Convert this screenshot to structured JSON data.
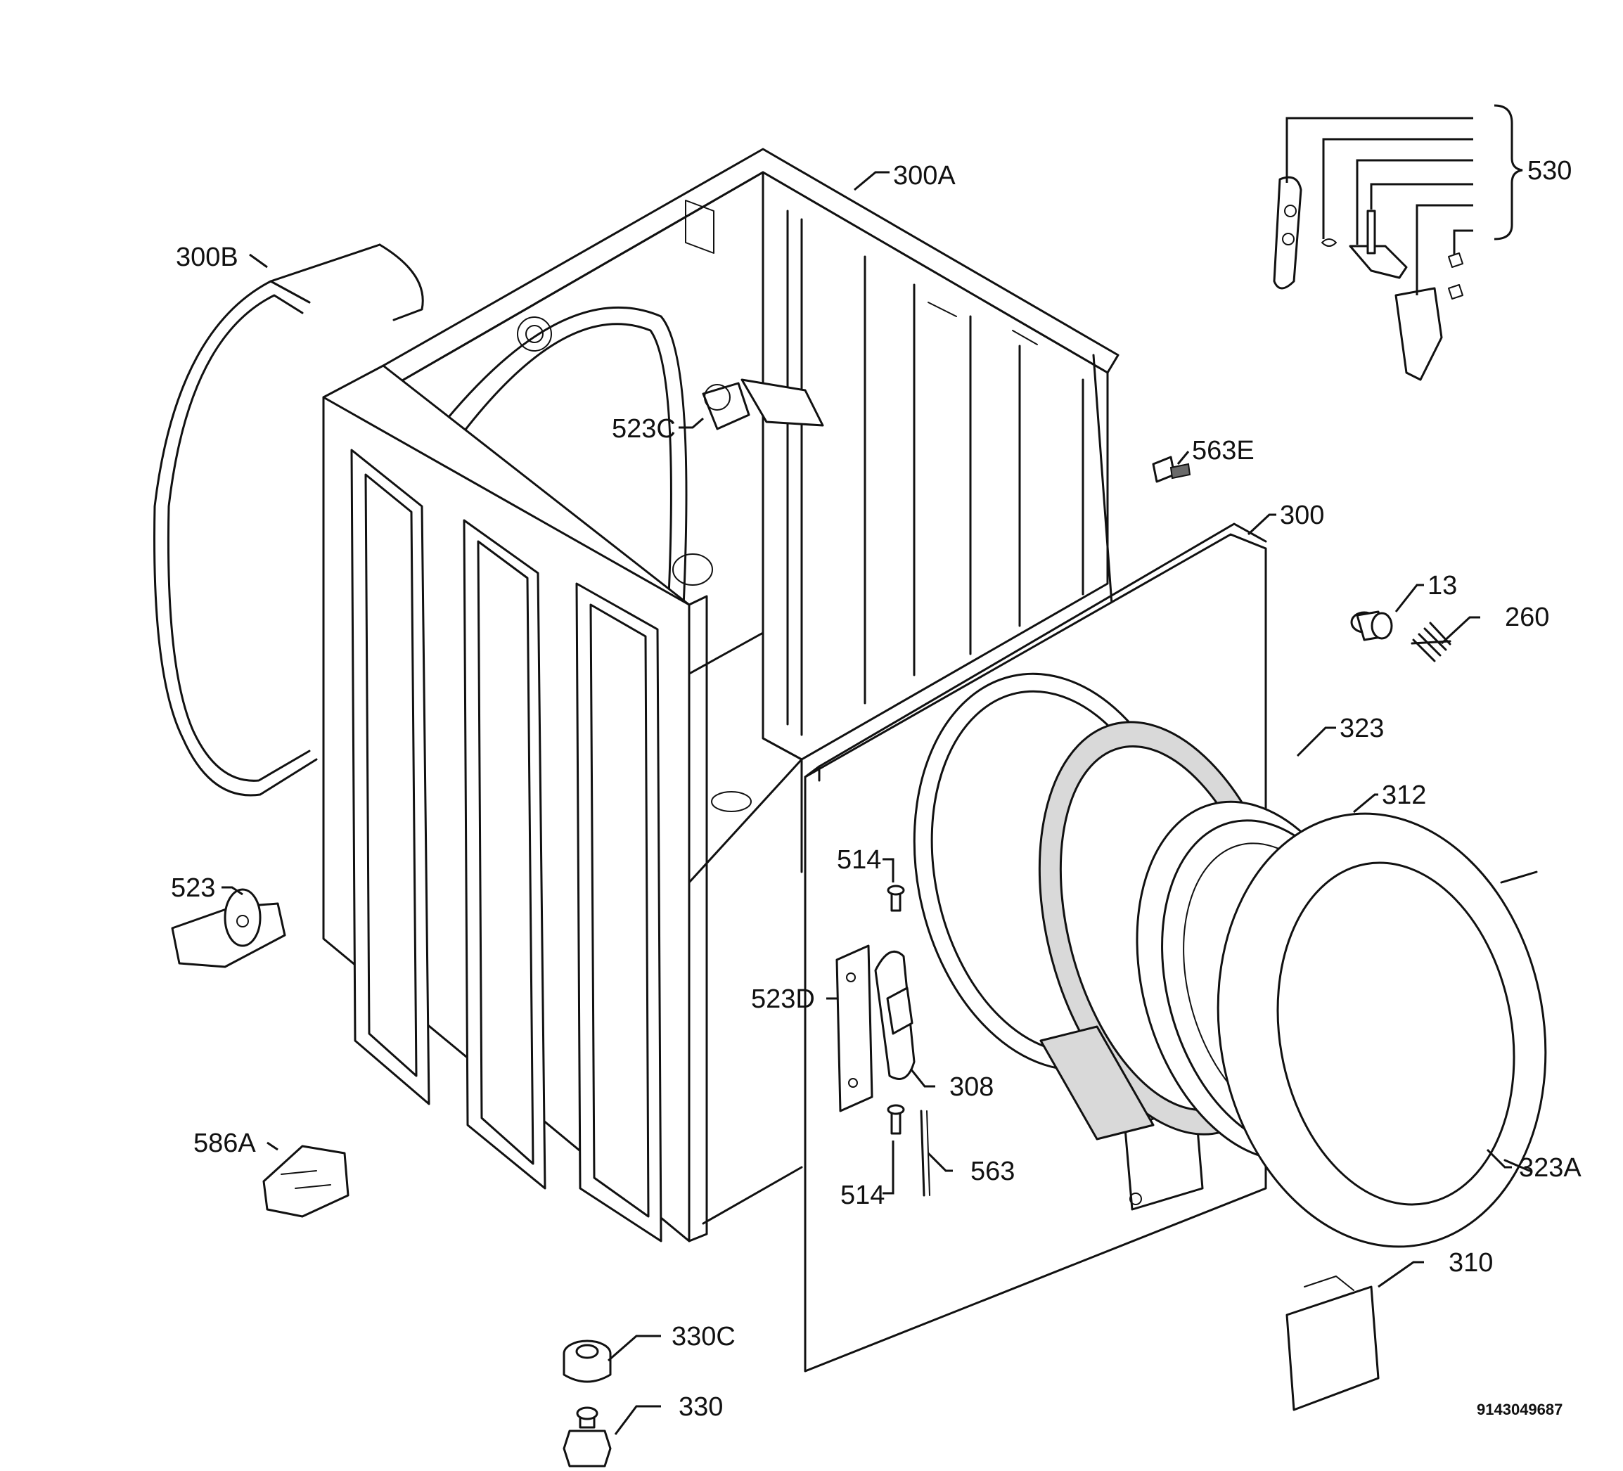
{
  "document_id": "9143049687",
  "labels": {
    "l300A": "300A",
    "l300B": "300B",
    "l530": "530",
    "l523C": "523C",
    "l563E": "563E",
    "l300": "300",
    "l13": "13",
    "l260": "260",
    "l323": "323",
    "l312": "312",
    "l514a": "514",
    "l523": "523",
    "l523D": "523D",
    "l308": "308",
    "l586A": "586A",
    "l514b": "514",
    "l563": "563",
    "l323A": "323A",
    "l310": "310",
    "l330C": "330C",
    "l330": "330"
  }
}
